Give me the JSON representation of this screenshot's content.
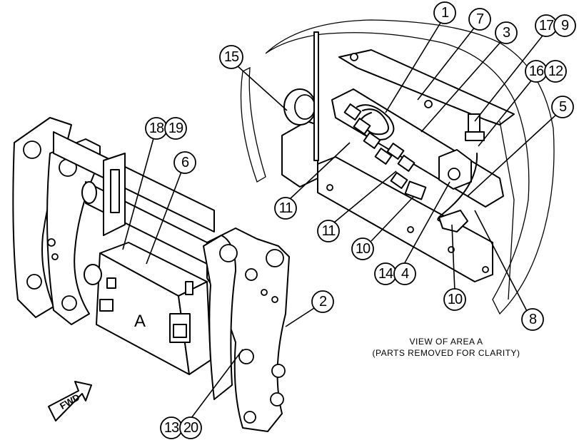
{
  "area_label": "A",
  "fwd_label": "FWD",
  "caption": {
    "line1": "VIEW OF AREA A",
    "line2": "(PARTS REMOVED FOR CLARITY)"
  },
  "callouts": {
    "c1": "1",
    "c2": "2",
    "c3": "3",
    "c4": "4",
    "c5": "5",
    "c6": "6",
    "c7": "7",
    "c8": "8",
    "c9": "9",
    "c10a": "10",
    "c10b": "10",
    "c11a": "11",
    "c11b": "11",
    "c12": "12",
    "c13": "13",
    "c14": "14",
    "c15": "15",
    "c16": "16",
    "c17": "17",
    "c18": "18",
    "c19": "19",
    "c20": "20"
  }
}
